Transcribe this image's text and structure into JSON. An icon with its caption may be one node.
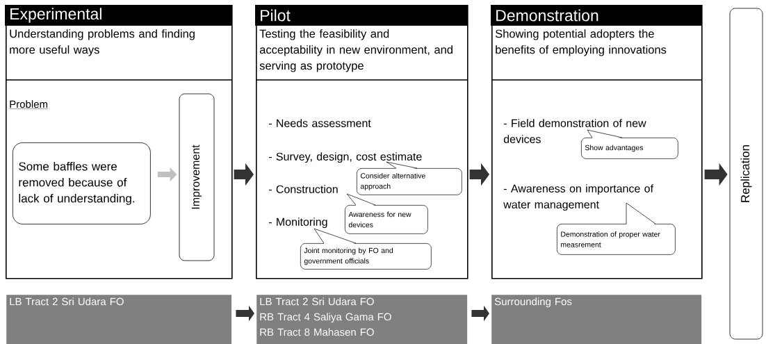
{
  "diagram": {
    "nodes": [
      {
        "text": [
          "Experimental",
          "Understanding problems and finding more useful ways"
        ]
      },
      {
        "text": [
          "Some baffles were removed because of lack of understanding."
        ],
        "in": 0
      },
      {
        "text": [
          "Improvement"
        ],
        "in": 0
      },
      {
        "text": [
          "Pilot",
          "Testing the feasibility and acceptability in new environment, and serving as prototype"
        ]
      },
      {
        "text": [
          "Consider alternative approach"
        ],
        "in": 3
      },
      {
        "text": [
          "Awareness for new devices"
        ],
        "in": 3
      },
      {
        "text": [
          "Joint monitoring by FO and government officials"
        ],
        "in": 3
      },
      {
        "text": [
          "Demonstration",
          "Showing potential adopters the benefits of employing innovations"
        ]
      },
      {
        "text": [
          "Show advantages"
        ],
        "in": 7
      },
      {
        "text": [
          "Demonstration of proper water measrement"
        ],
        "in": 7
      },
      {
        "text": [
          "Replication"
        ]
      },
      {
        "text": [
          "LB Tract 2 Sri Udara FO"
        ]
      },
      {
        "text": [
          "LB Tract 2 Sri Udara FO",
          "RB Tract 4 Saliya Gama FO",
          "RB Tract 8 Mahasen FO"
        ]
      },
      {
        "text": [
          "Surrounding Fos"
        ]
      }
    ],
    "edges": [
      {
        "from": 1,
        "to": 2,
        "arrow": "to",
        "color": "#c0c0c0"
      },
      {
        "from": 0,
        "to": 3,
        "arrow": "to"
      },
      {
        "from": 3,
        "to": 7,
        "arrow": "to"
      },
      {
        "from": 7,
        "to": 10,
        "arrow": "to"
      },
      {
        "from": 11,
        "to": 12,
        "arrow": "to"
      },
      {
        "from": 12,
        "to": 13,
        "arrow": "to"
      }
    ],
    "labels": [
      "Problem",
      "- Needs assessment",
      "- Survey, design, cost estimate",
      "- Construction",
      "- Monitoring",
      "- Field demonstration of new devices",
      "- Awareness on importance of water management"
    ]
  }
}
